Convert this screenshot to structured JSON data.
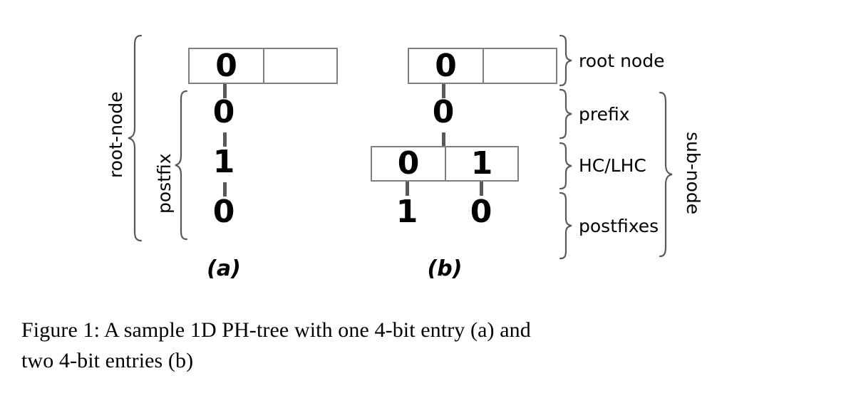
{
  "figure": {
    "caption_line1": "Figure 1: A sample 1D PH-tree with one 4-bit entry (a) and",
    "caption_line2": "two 4-bit entries (b)",
    "stroke_color": "#808080",
    "connector_color": "#595959",
    "text_color": "#000000",
    "background": "#ffffff"
  },
  "panel_a": {
    "label": "(a)",
    "root_node": {
      "cells": [
        {
          "value": "0"
        },
        {
          "value": ""
        }
      ]
    },
    "postfix_bits": [
      {
        "value": "0"
      },
      {
        "value": "1"
      },
      {
        "value": "0"
      }
    ],
    "left_braces": [
      {
        "label": "root-node"
      },
      {
        "label": "postfix"
      }
    ]
  },
  "panel_b": {
    "label": "(b)",
    "root_node": {
      "cells": [
        {
          "value": "0"
        },
        {
          "value": ""
        }
      ]
    },
    "prefix_bit": {
      "value": "0"
    },
    "hc_lhc_node": {
      "cells": [
        {
          "value": "0"
        },
        {
          "value": "1"
        }
      ]
    },
    "postfix_bits": [
      {
        "value": "1"
      },
      {
        "value": "0"
      }
    ],
    "right_braces": [
      {
        "label": "root node"
      },
      {
        "label": "prefix"
      },
      {
        "label": "HC/LHC"
      },
      {
        "label": "postfixes"
      }
    ],
    "outer_brace": {
      "label": "sub-node"
    }
  }
}
